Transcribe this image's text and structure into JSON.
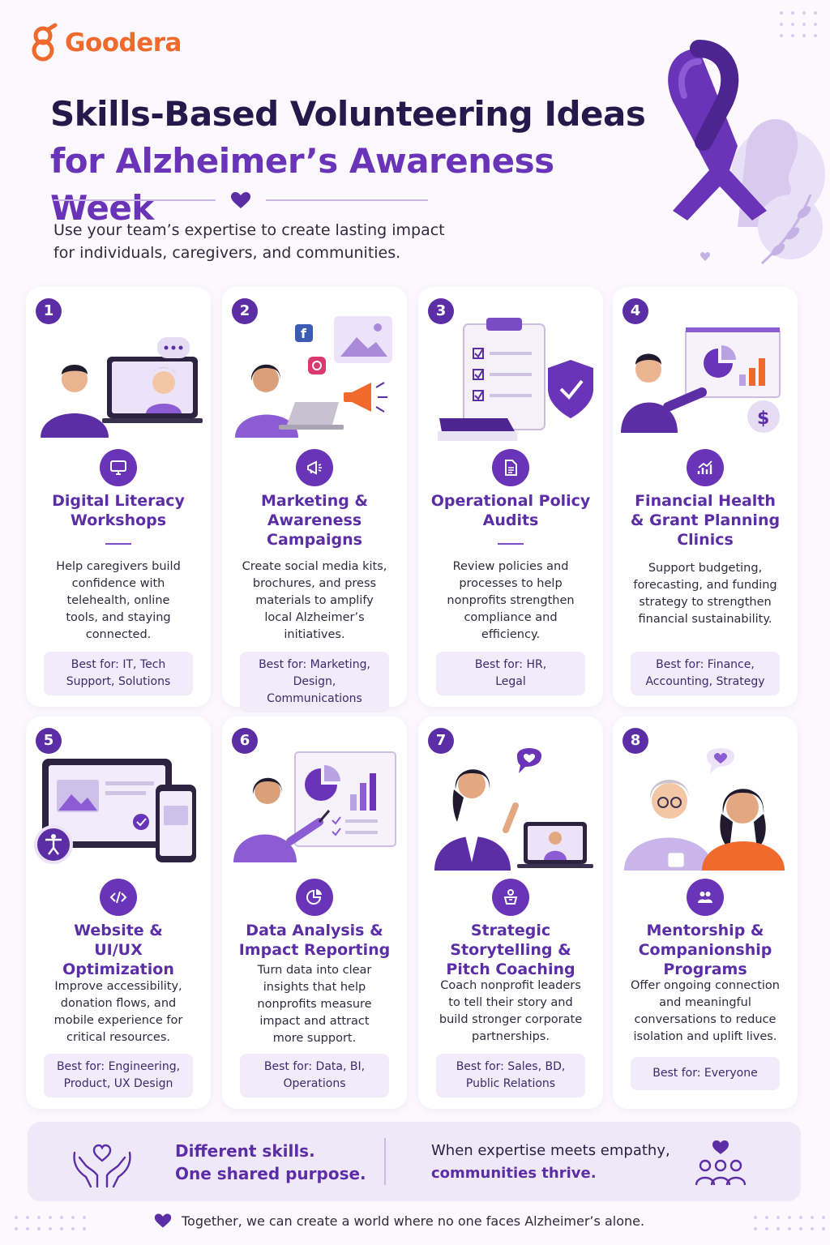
{
  "brand": {
    "name": "Goodera",
    "color": "#ef6a2c"
  },
  "header": {
    "title_line1": "Skills-Based Volunteering Ideas",
    "title_line2": "for Alzheimer’s Awareness Week",
    "subtitle_line1": "Use your team’s expertise to create lasting impact",
    "subtitle_line2": "for individuals, caregivers, and communities."
  },
  "colors": {
    "primary": "#5b2ea6",
    "accent": "#6a34b8",
    "orange": "#ef6a2c",
    "chip_bg": "#f1ebfa"
  },
  "cards": [
    {
      "num": "1",
      "icon": "monitor-icon",
      "title1": "Digital Literacy",
      "title2": "Workshops",
      "title3": "",
      "desc": [
        "Help caregivers build",
        "confidence with",
        "telehealth, online",
        "tools, and staying",
        "connected."
      ],
      "best": [
        "Best for: IT, Tech",
        "Support, Solutions"
      ]
    },
    {
      "num": "2",
      "icon": "megaphone-icon",
      "title1": "Marketing &",
      "title2": "Awareness",
      "title3": "Campaigns",
      "desc": [
        "Create social media kits,",
        "brochures, and press",
        "materials to amplify",
        "local Alzheimer’s",
        "initiatives."
      ],
      "best": [
        "Best for: Marketing,",
        "Design, Communications"
      ]
    },
    {
      "num": "3",
      "icon": "document-icon",
      "title1": "Operational Policy",
      "title2": "Audits",
      "title3": "",
      "desc": [
        "Review policies and",
        "processes to help",
        "nonprofits strengthen",
        "compliance and",
        "efficiency."
      ],
      "best": [
        "Best for: HR,",
        "Legal"
      ]
    },
    {
      "num": "4",
      "icon": "growth-chart-icon",
      "title1": "Financial Health",
      "title2": "& Grant Planning",
      "title3": "Clinics",
      "desc": [
        "Support budgeting,",
        "forecasting, and funding",
        "strategy to strengthen",
        "financial sustainability."
      ],
      "best": [
        "Best for: Finance,",
        "Accounting, Strategy"
      ]
    },
    {
      "num": "5",
      "icon": "code-icon",
      "title1": "Website &",
      "title2": "UI/UX",
      "title3": "Optimization",
      "desc": [
        "Improve accessibility,",
        "donation flows, and",
        "mobile experience for",
        "critical resources."
      ],
      "best": [
        "Best for: Engineering,",
        "Product, UX Design"
      ]
    },
    {
      "num": "6",
      "icon": "pie-chart-icon",
      "title1": "Data Analysis &",
      "title2": "Impact Reporting",
      "title3": "",
      "desc": [
        "Turn data into clear",
        "insights that help",
        "nonprofits measure",
        "impact and attract",
        "more support."
      ],
      "best": [
        "Best for: Data, BI,",
        "Operations"
      ]
    },
    {
      "num": "7",
      "icon": "speaker-podium-icon",
      "title1": "Strategic",
      "title2": "Storytelling &",
      "title3": "Pitch Coaching",
      "desc": [
        "Coach nonprofit leaders",
        "to tell their story and",
        "build stronger corporate",
        "partnerships."
      ],
      "best": [
        "Best for: Sales, BD,",
        "Public Relations"
      ]
    },
    {
      "num": "8",
      "icon": "people-icon",
      "title1": "Mentorship &",
      "title2": "Companionship",
      "title3": "Programs",
      "desc": [
        "Offer ongoing connection",
        "and meaningful",
        "conversations to reduce",
        "isolation and uplift lives."
      ],
      "best": [
        "Best for: Everyone",
        ""
      ]
    }
  ],
  "banner": {
    "left_line1": "Different skills.",
    "left_line2": "One shared purpose.",
    "right_line1": "When expertise meets empathy,",
    "right_line2": "communities thrive."
  },
  "tagline": "Together, we can create a world where no one faces Alzheimer’s alone."
}
